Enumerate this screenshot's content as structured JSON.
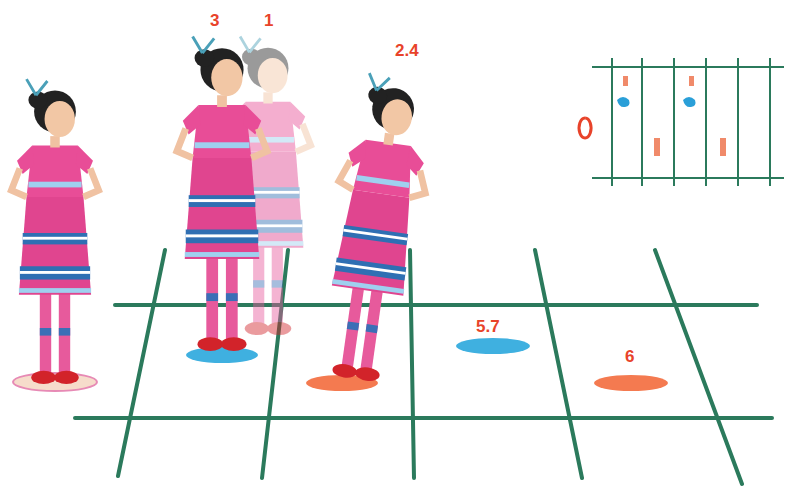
{
  "diagram": {
    "labels": [
      "3",
      "1",
      "2.4",
      "5.7",
      "6"
    ]
  }
}
